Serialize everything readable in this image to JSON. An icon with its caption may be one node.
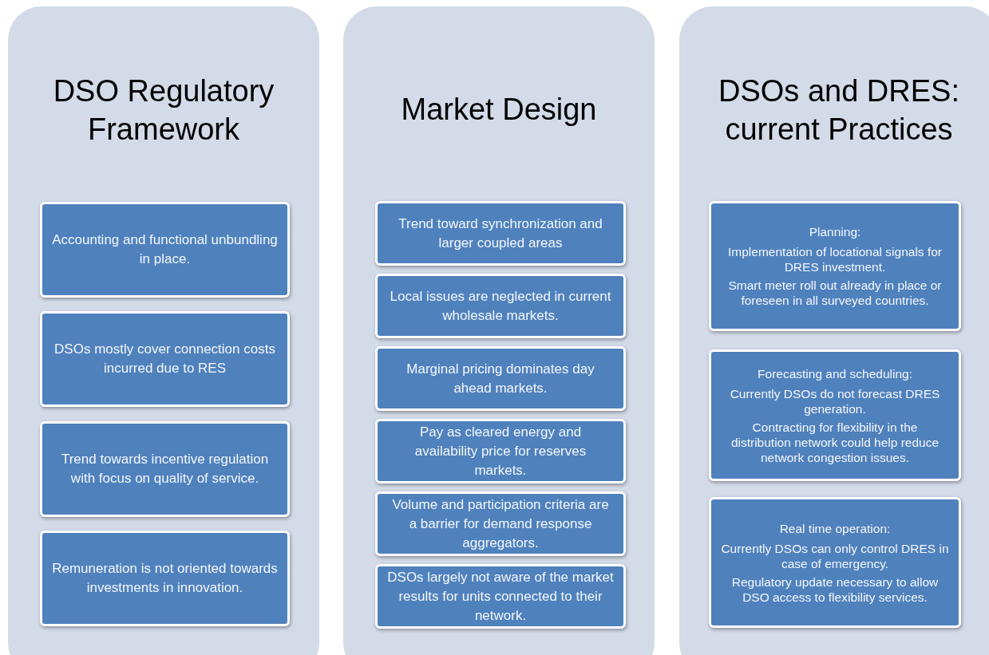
{
  "diagram": {
    "nodes": [
      {
        "text": [
          "DSO Regulatory Framework"
        ]
      },
      {
        "text": [
          "Accounting and functional unbundling in place."
        ],
        "in": 0
      },
      {
        "text": [
          "DSOs mostly cover connection costs incurred due to RES"
        ],
        "in": 0
      },
      {
        "text": [
          "Trend towards incentive regulation with focus on quality of service."
        ],
        "in": 0
      },
      {
        "text": [
          "Remuneration is not oriented towards investments in innovation."
        ],
        "in": 0
      },
      {
        "text": [
          "Market Design"
        ]
      },
      {
        "text": [
          "Trend toward synchronization and larger coupled areas"
        ],
        "in": 5
      },
      {
        "text": [
          "Local issues are neglected in current wholesale markets."
        ],
        "in": 5
      },
      {
        "text": [
          "Marginal pricing dominates day ahead markets."
        ],
        "in": 5
      },
      {
        "text": [
          "Pay as cleared energy and availability price for reserves markets."
        ],
        "in": 5
      },
      {
        "text": [
          "Volume and participation criteria are a barrier for demand response aggregators."
        ],
        "in": 5
      },
      {
        "text": [
          "DSOs largely not aware of the market results for units connected to their network."
        ],
        "in": 5
      },
      {
        "text": [
          "DSOs and DRES: current Practices"
        ]
      },
      {
        "text": [
          "Planning:",
          "Implementation of locational signals for DRES investment.",
          "Smart meter roll out already in place or foreseen in all surveyed countries."
        ],
        "in": 12
      },
      {
        "text": [
          "Forecasting and scheduling:",
          "Currently DSOs do not forecast DRES generation.",
          "Contracting for flexibility in the distribution network could help reduce network congestion issues."
        ],
        "in": 12
      },
      {
        "text": [
          "Real time operation:",
          "Currently DSOs can only control DRES in case of emergency.",
          "Regulatory update necessary to allow DSO access to flexibility services."
        ],
        "in": 12
      }
    ]
  }
}
